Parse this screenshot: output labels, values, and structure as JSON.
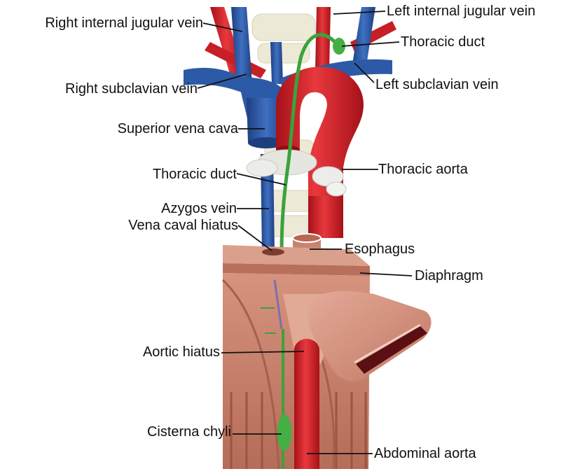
{
  "labels": {
    "right_internal_jugular_vein": "Right internal jugular vein",
    "left_internal_jugular_vein": "Left internal jugular vein",
    "thoracic_duct_upper": "Thoracic duct",
    "right_subclavian_vein": "Right subclavian vein",
    "left_subclavian_vein": "Left subclavian vein",
    "superior_vena_cava": "Superior vena cava",
    "thoracic_duct_middle": "Thoracic duct",
    "thoracic_aorta": "Thoracic aorta",
    "azygos_vein": "Azygos vein",
    "vena_caval_hiatus": "Vena caval hiatus",
    "esophagus": "Esophagus",
    "diaphragm": "Diaphragm",
    "aortic_hiatus": "Aortic hiatus",
    "cisterna_chyli": "Cisterna chyli",
    "abdominal_aorta": "Abdominal aorta"
  },
  "colors": {
    "vein_blue": "#2c5aa6",
    "artery_red": "#d8232a",
    "duct_green": "#3aa33c",
    "muscle": "#c98470",
    "muscle_dark": "#a3604e",
    "bone": "#ece8d6"
  }
}
